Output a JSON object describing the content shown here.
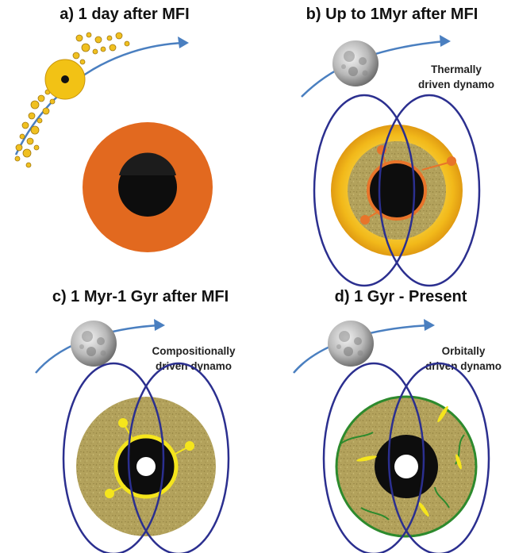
{
  "panels": [
    {
      "title": "a) 1 day after MFI",
      "label_line1": "",
      "label_line2": ""
    },
    {
      "title": "b) Up to 1Myr after MFI",
      "label_line1": "Thermally",
      "label_line2": "driven dynamo"
    },
    {
      "title": "c) 1 Myr-1 Gyr after MFI",
      "label_line1": "Compositionally",
      "label_line2": "driven dynamo"
    },
    {
      "title": "d) 1 Gyr - Present",
      "label_line1": "Orbitally",
      "label_line2": "driven dynamo"
    }
  ],
  "colors": {
    "orbit_arrow": "#4a7fc0",
    "field_lines": "#2b2f8f",
    "molten_mantle": "#e2691f",
    "magma_ocean": "#f2c215",
    "solid_mantle": "#b5a45e",
    "core": "#0d0d0d",
    "inner_core": "#ffffff",
    "moon_grey": "#9a9a9a",
    "debris": "#f0c020",
    "present_rim": "#2d8a2d",
    "plume_thermal": "#e8742a",
    "plume_compositional": "#f5e51c"
  },
  "icons": [
    "moon-icon",
    "orbit-arrow-icon",
    "magnetic-field-lines-icon",
    "debris-disk-icon"
  ]
}
